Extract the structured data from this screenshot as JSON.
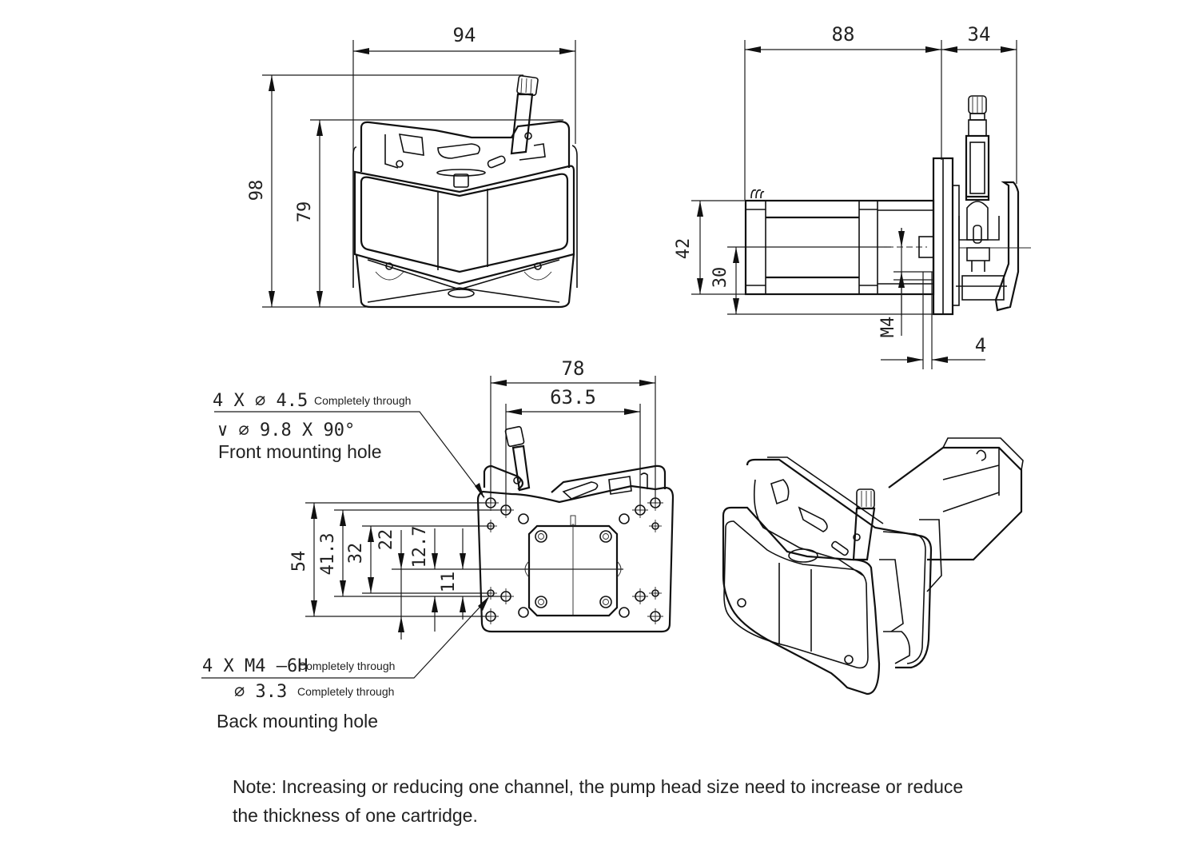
{
  "drawing": {
    "title": "Peristaltic pump head dimension drawing",
    "front_view": {
      "width_dim": "94",
      "height_total_dim": "98",
      "height_head_dim": "79"
    },
    "side_view": {
      "motor_length_dim": "88",
      "head_depth_dim": "34",
      "motor_square_dim": "42",
      "shaft_offset_dim": "30",
      "thread_dim": "M4",
      "plate_thickness_dim": "4"
    },
    "back_view": {
      "outer_hole_span_dim": "78",
      "inner_hole_span_dim": "63.5",
      "vertical_dims": [
        "54",
        "41.3",
        "32",
        "22",
        "12.7",
        "11"
      ]
    },
    "front_mounting_hole": {
      "line1_main": "4 X ∅ 4.5",
      "line1_note": "Completely through",
      "line2_main": "∨ ∅ 9.8 X 90°",
      "label": "Front mounting hole"
    },
    "back_mounting_hole": {
      "line1_main": "4 X M4 –6H",
      "line1_note": "Completely through",
      "line2_main": "∅ 3.3",
      "line2_note": "Completely through",
      "label": "Back mounting hole"
    },
    "note": {
      "line1": "Note: Increasing or reducing one channel, the pump head size need to increase or reduce",
      "line2": "the thickness of one cartridge."
    }
  }
}
